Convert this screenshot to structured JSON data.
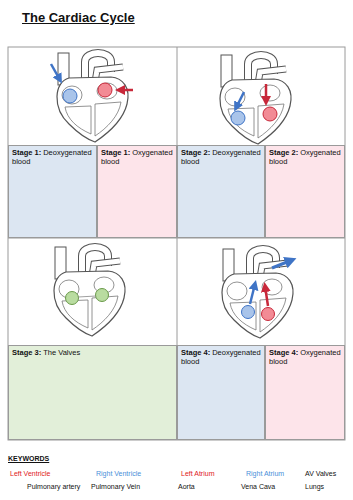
{
  "diagram": {
    "title": "The Cardiac Cycle",
    "nodes": [
      {
        "text": [
          "Stage 1:",
          "Deoxygenated blood"
        ]
      },
      {
        "text": [
          "Stage 1:",
          "Oxygenated blood"
        ]
      },
      {
        "text": [
          "Stage 2:",
          "Deoxygenated blood"
        ]
      },
      {
        "text": [
          "Stage 2:",
          "Oxygenated blood"
        ]
      },
      {
        "text": [
          "Stage 3:",
          "The Valves"
        ]
      },
      {
        "text": [
          "Stage 4:",
          "Deoxygenated blood"
        ]
      },
      {
        "text": [
          "Stage 4:",
          "Oxygenated blood"
        ]
      }
    ],
    "labels": [
      "KEYWORDS",
      "Left Ventricle",
      "Right Ventricle",
      "Left Atrium",
      "Right Atrium",
      "AV Valves",
      "Pulmonary artery",
      "Pulmonary Vein",
      "Aorta",
      "Vena Cava",
      "Lungs"
    ]
  }
}
